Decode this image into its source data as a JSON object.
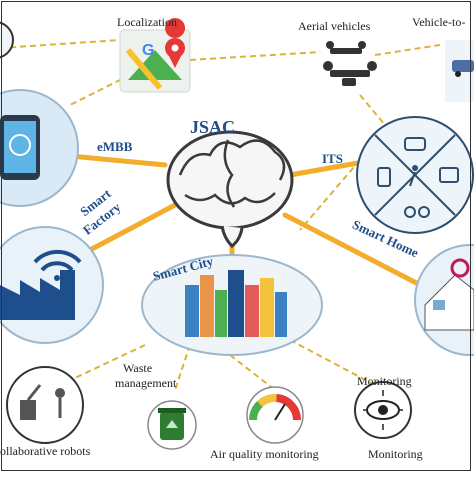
{
  "center": {
    "title": "JSAC"
  },
  "labels": {
    "localization": "Localization",
    "aerial": "Aerial vehicles",
    "v2x": "Vehicle-to-",
    "embb": "eMBB",
    "its": "ITS",
    "smart_factory_1": "Smart",
    "smart_factory_2": "Factory",
    "smart_home": "Smart Home",
    "smart_city": "Smart City",
    "waste_1": "Waste",
    "waste_2": "management",
    "air": "Air quality monitoring",
    "monitoring": "Monitoring",
    "robots": "ollaborative robots"
  },
  "colors": {
    "link": "#f3ad2c",
    "dashed": "#d9b43a",
    "text_blue": "#1f4e8c",
    "brain": "#3a3a3a",
    "circle_fill": "#e9f2f8",
    "circle_stroke": "#9cb7cc"
  }
}
